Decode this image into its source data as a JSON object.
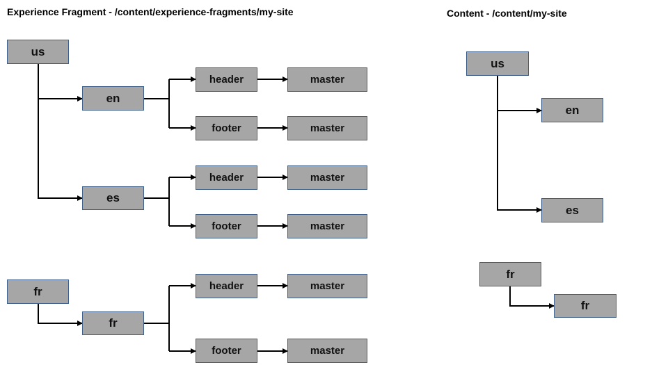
{
  "titles": {
    "experience_fragment": "Experience Fragment - /content/experience-fragments/my-site",
    "content": "Content - /content/my-site"
  },
  "xf_tree": {
    "us": "us",
    "en": "en",
    "es": "es",
    "fr_root": "fr",
    "fr_child": "fr",
    "en_header": "header",
    "en_header_master": "master",
    "en_footer": "footer",
    "en_footer_master": "master",
    "es_header": "header",
    "es_header_master": "master",
    "es_footer": "footer",
    "es_footer_master": "master",
    "fr_header": "header",
    "fr_header_master": "master",
    "fr_footer": "footer",
    "fr_footer_master": "master"
  },
  "content_tree": {
    "us": "us",
    "en": "en",
    "es": "es",
    "fr_root": "fr",
    "fr_child": "fr"
  },
  "colors": {
    "node_fill": "#a6a6a6",
    "node_border": "#3e5f8a",
    "connector": "#000000"
  }
}
